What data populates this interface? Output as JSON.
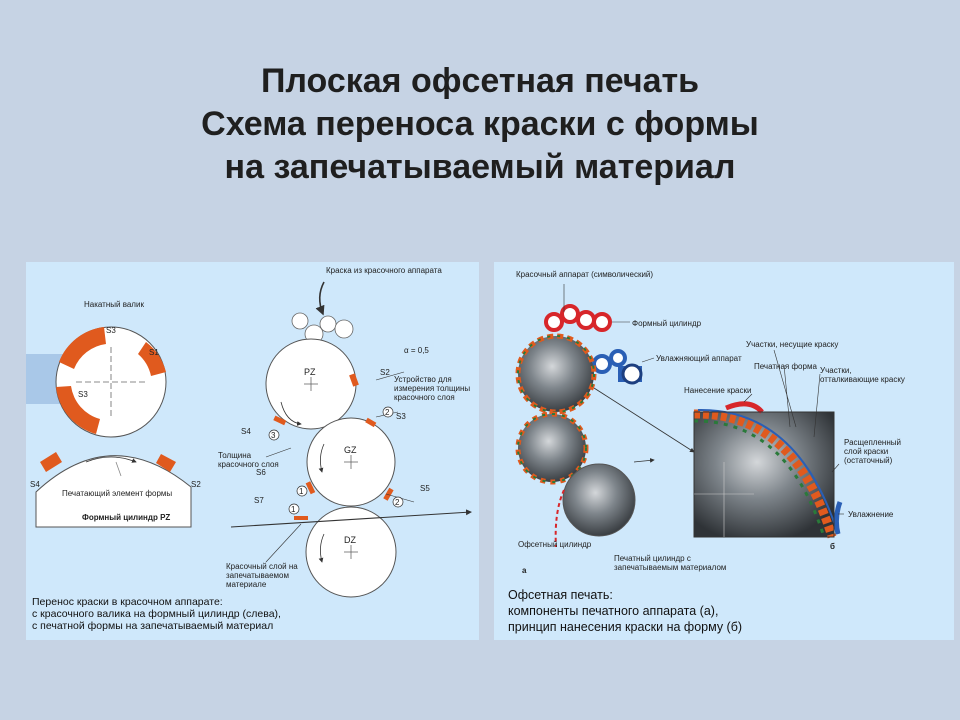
{
  "title": {
    "line1": "Плоская офсетная печать",
    "line2": "Схема переноса краски с формы",
    "line3": "на запечатываемый материал"
  },
  "left_panel": {
    "labels": {
      "ink_supply": "Краска из красочного аппарата",
      "form_roller": "Накатный валик",
      "alpha": "α = 0,5",
      "measuring_device_1": "Устройство для",
      "measuring_device_2": "измерения толщины",
      "measuring_device_3": "красочного слоя",
      "ink_thickness_1": "Толщина",
      "ink_thickness_2": "красочного слоя",
      "printing_element": "Печатающий элемент формы",
      "plate_cylinder": "Формный цилиндр PZ",
      "ink_layer_1": "Красочный слой на",
      "ink_layer_2": "запечатываемом",
      "ink_layer_3": "материале",
      "pz": "PZ",
      "gz": "GZ",
      "dz": "DZ",
      "s1": "S1",
      "s2": "S2",
      "s3": "S3",
      "s4": "S4",
      "s5": "S5",
      "s6": "S6",
      "s7": "S7",
      "n1": "1",
      "n2": "2",
      "n3": "3"
    },
    "caption": {
      "line1": "Перенос краски в красочном аппарате:",
      "line2": "с красочного валика на формный цилиндр (слева),",
      "line3": "с печатной формы на запечатываемый материал"
    }
  },
  "right_panel": {
    "labels": {
      "inking_unit": "Красочный аппарат (символический)",
      "plate_cylinder": "Формный цилиндр",
      "dampening_unit": "Увлажняющий аппарат",
      "ink_carrying": "Участки, несущие краску",
      "printing_plate": "Печатная форма",
      "ink_application": "Нанесение краски",
      "ink_repelling_1": "Участки,",
      "ink_repelling_2": "отталкивающие краску",
      "split_layer_1": "Расщепленный",
      "split_layer_2": "слой краски",
      "split_layer_3": "(остаточный)",
      "dampening": "Увлажнение",
      "offset_cylinder": "Офсетный цилиндр",
      "impression_cylinder_1": "Печатный цилиндр с",
      "impression_cylinder_2": "запечатываемым материалом",
      "label_a": "а",
      "label_b": "б"
    },
    "caption": {
      "line1": "Офсетная печать:",
      "line2": "компоненты печатного аппарата (а),",
      "line3": "принцип нанесения краски на форму (б)"
    }
  },
  "colors": {
    "background": "#c6d3e4",
    "panel": "#cfe8fb",
    "ink_orange": "#e05a1e",
    "ink_red": "#d7262a",
    "water_blue": "#2a5fb5",
    "steel_dark": "#3c4045"
  }
}
